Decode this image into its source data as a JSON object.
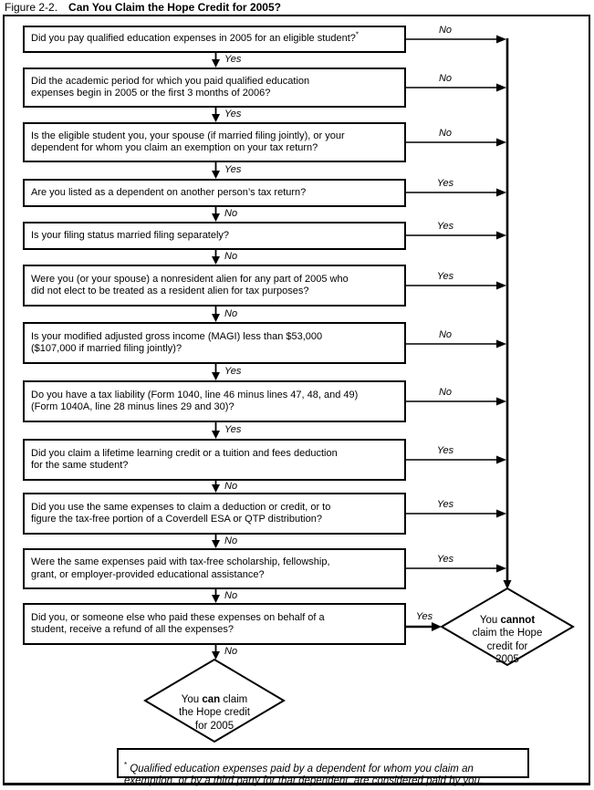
{
  "header": {
    "figure_label": "Figure 2-2.",
    "title": "Can You Claim the Hope Credit for 2005?"
  },
  "flow": {
    "boxes": [
      {
        "text": "Did you pay qualified education expenses in 2005 for an eligible student?",
        "footnote_marker": "*",
        "right_label": "No",
        "down_label": "Yes"
      },
      {
        "text": "Did the academic period for which you paid qualified education\nexpenses begin in 2005 or the first 3 months of 2006?",
        "right_label": "No",
        "down_label": "Yes"
      },
      {
        "text": "Is the eligible student you, your spouse (if married filing jointly), or your\ndependent for whom you claim an exemption on your tax return?",
        "right_label": "No",
        "down_label": "Yes"
      },
      {
        "text": "Are you listed as a dependent on another person’s tax return?",
        "right_label": "Yes",
        "down_label": "No"
      },
      {
        "text": "Is your filing status married filing separately?",
        "right_label": "Yes",
        "down_label": "No"
      },
      {
        "text": "Were you (or your spouse) a nonresident alien for any part of 2005 who\ndid not elect to be treated as a resident alien for tax purposes?",
        "right_label": "Yes",
        "down_label": "No"
      },
      {
        "text": "Is your modified adjusted gross income (MAGI) less than $53,000\n($107,000 if married filing jointly)?",
        "right_label": "No",
        "down_label": "Yes"
      },
      {
        "text": "Do you have a tax liability (Form 1040, line 46 minus lines 47, 48, and 49)\n(Form 1040A, line 28 minus lines 29 and 30)?",
        "right_label": "No",
        "down_label": "Yes"
      },
      {
        "text": "Did you claim a lifetime learning credit or a tuition and fees deduction\nfor the same student?",
        "right_label": "Yes",
        "down_label": "No"
      },
      {
        "text": "Did you use the same expenses to claim a deduction or credit, or to\nfigure the tax-free portion of a Coverdell ESA or QTP distribution?",
        "right_label": "Yes",
        "down_label": "No"
      },
      {
        "text": "Were the same expenses paid with tax-free scholarship, fellowship,\ngrant, or employer-provided educational assistance?",
        "right_label": "Yes",
        "down_label": "No"
      },
      {
        "text": "Did you, or someone else who paid these expenses on behalf of a\nstudent, receive a refund of all the expenses?",
        "right_label": "Yes",
        "down_label": "No"
      }
    ],
    "results": {
      "can": {
        "pre": "You ",
        "bold": "can",
        "post": " claim\nthe Hope credit\nfor 2005"
      },
      "cannot": {
        "pre": "You ",
        "bold": "cannot",
        "post": "\nclaim the Hope\ncredit for\n2005"
      }
    },
    "footnote": {
      "marker": "*",
      "text": " Qualified education expenses paid by a dependent for whom you claim an\nexemption, or by a third party for that dependent, are considered paid by you."
    }
  },
  "colors": {
    "ink": "#000000",
    "paper": "#ffffff"
  }
}
